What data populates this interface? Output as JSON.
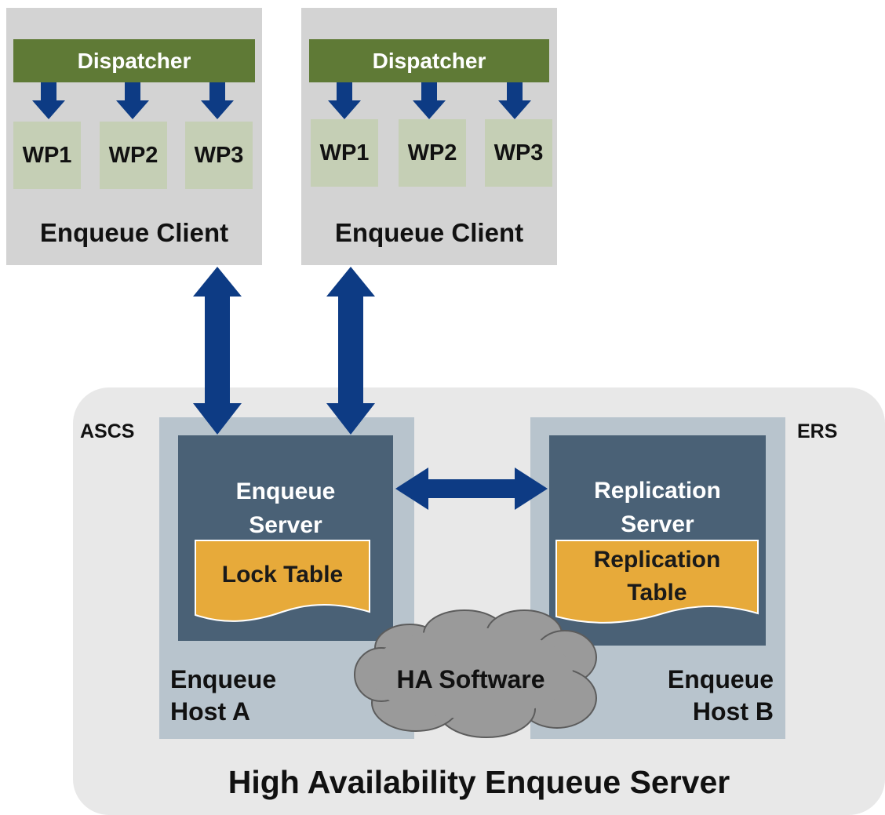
{
  "clients": [
    {
      "dispatcher_label": "Dispatcher",
      "work_processes": [
        "WP1",
        "WP2",
        "WP3"
      ],
      "label": "Enqueue Client"
    },
    {
      "dispatcher_label": "Dispatcher",
      "work_processes": [
        "WP1",
        "WP2",
        "WP3"
      ],
      "label": "Enqueue Client"
    }
  ],
  "ha_system": {
    "title": "High Availability Enqueue Server",
    "hosts": [
      {
        "tag": "ASCS",
        "server_lines": [
          "Enqueue",
          "Server"
        ],
        "table_lines": [
          "Lock Table"
        ],
        "host_lines": [
          "Enqueue",
          "Host A"
        ]
      },
      {
        "tag": "ERS",
        "server_lines": [
          "Replication",
          "Server"
        ],
        "table_lines": [
          "Replication",
          "Table"
        ],
        "host_lines": [
          "Enqueue",
          "Host B"
        ]
      }
    ],
    "cloud_label": "HA Software"
  },
  "colors": {
    "arrow": "#0d3b84",
    "dispatcher": "#5f7a36",
    "work_process": "#c5cfb5",
    "client_box": "#d3d3d3",
    "ha_box": "#e8e8e8",
    "host_box": "#b8c4cd",
    "server_box": "#4a6176",
    "table": "#e7aa3a",
    "cloud": "#9a9a9a"
  }
}
